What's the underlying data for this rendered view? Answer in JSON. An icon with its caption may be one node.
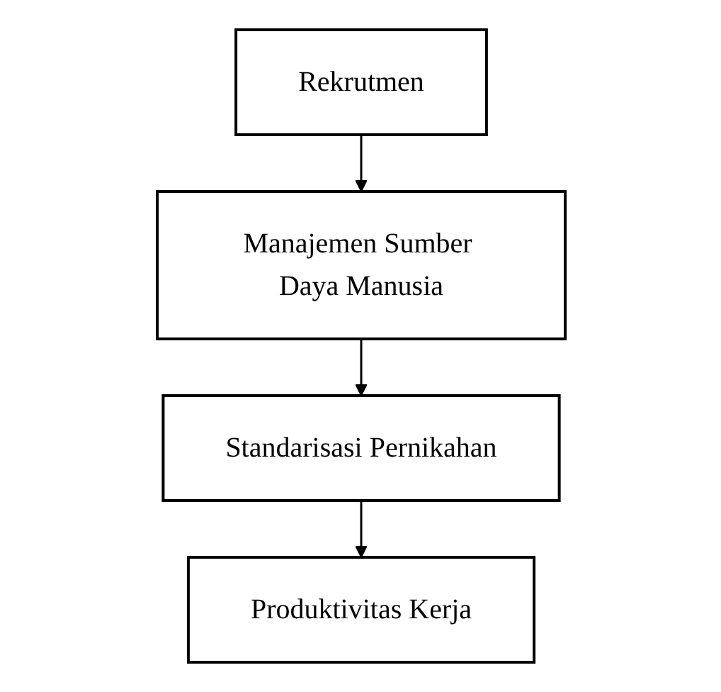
{
  "diagram": {
    "nodes": [
      {
        "text": [
          "Rekrutmen"
        ]
      },
      {
        "text": [
          "Manajemen Sumber Daya Manusia"
        ]
      },
      {
        "text": [
          "Standarisasi Pernikahan"
        ]
      },
      {
        "text": [
          "Produktivitas Kerja"
        ]
      }
    ],
    "edges": [
      {
        "from": 0,
        "to": 1,
        "arrow": "to"
      },
      {
        "from": 1,
        "to": 2,
        "arrow": "to"
      },
      {
        "from": 2,
        "to": 3,
        "arrow": "to"
      }
    ]
  }
}
